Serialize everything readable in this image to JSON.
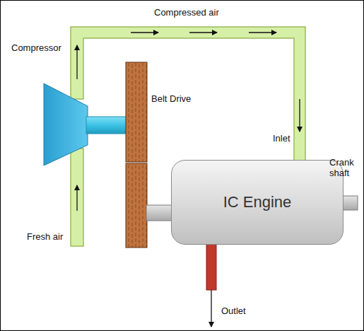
{
  "diagram": {
    "nodes": [
      {
        "text": [
          "IC Engine"
        ]
      }
    ],
    "labels": [
      "Compressed air",
      "Compressor",
      "Belt Drive",
      "Inlet",
      "Crank shaft",
      "Fresh air",
      "Outlet"
    ]
  }
}
